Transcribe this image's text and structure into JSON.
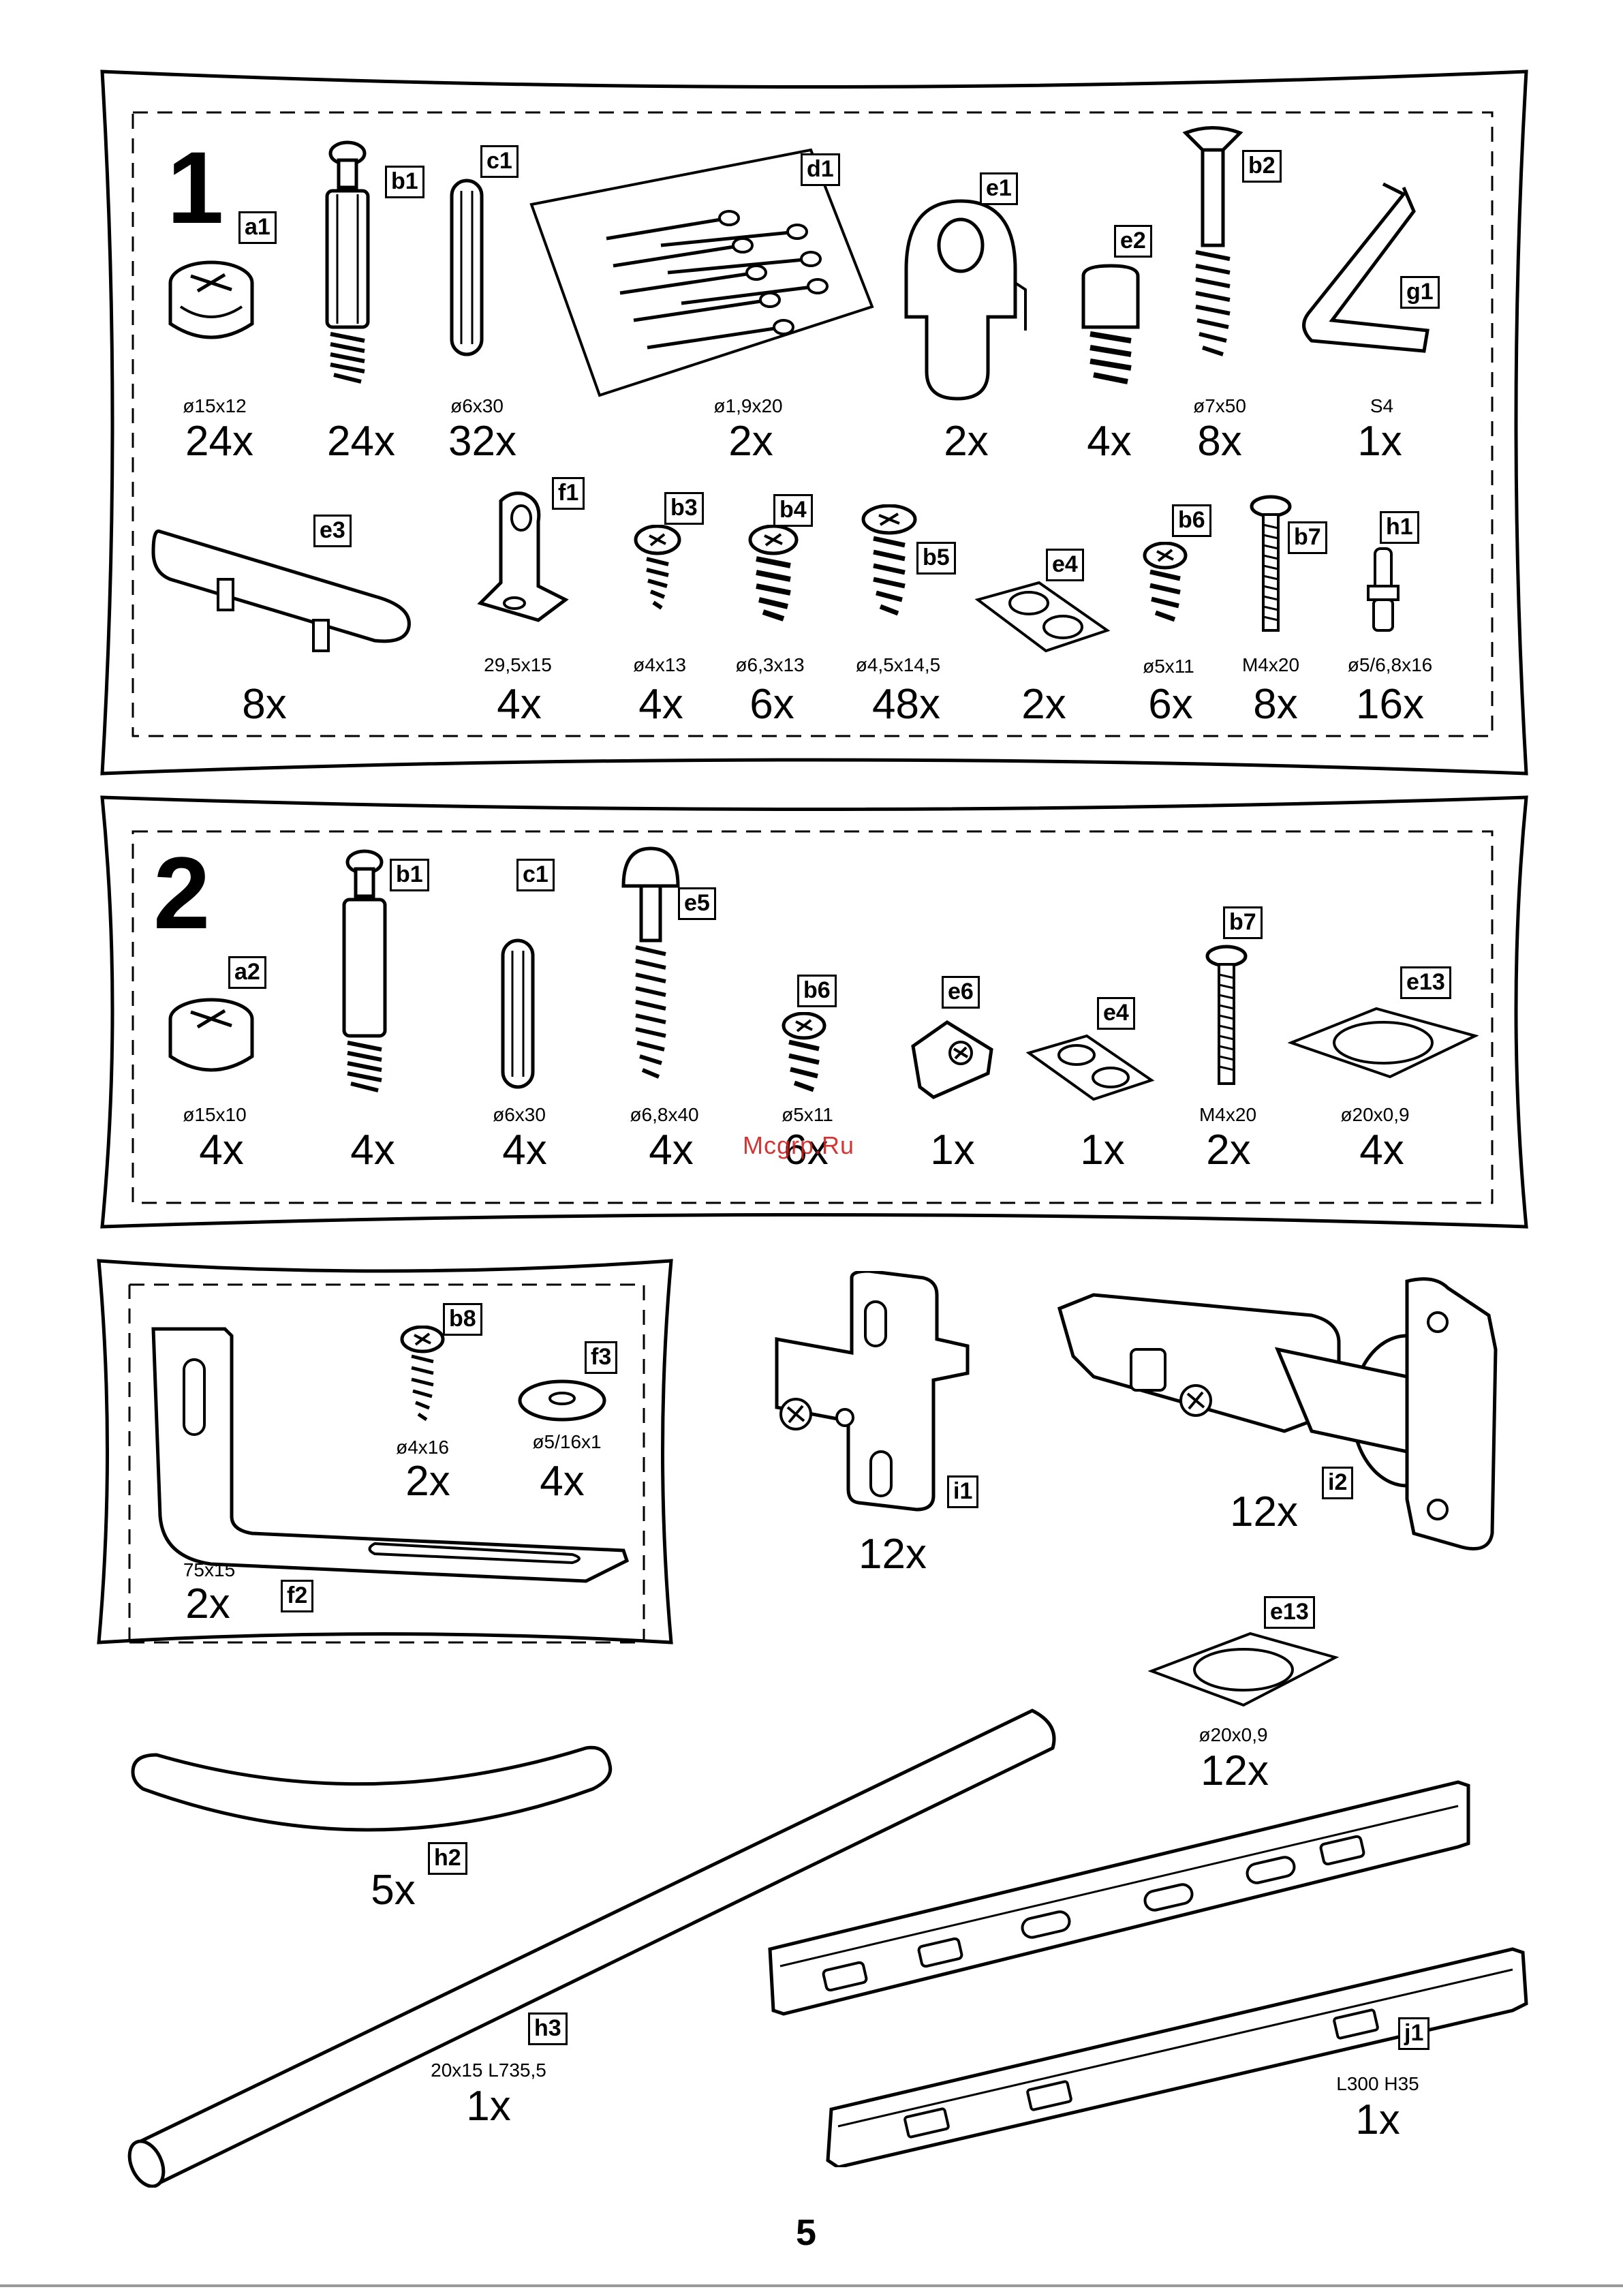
{
  "bag1": {
    "number": "1",
    "parts": [
      {
        "label": "a1",
        "spec": "ø15x12",
        "qty": "24x"
      },
      {
        "label": "b1",
        "spec": "",
        "qty": "24x"
      },
      {
        "label": "c1",
        "spec": "ø6x30",
        "qty": "32x"
      },
      {
        "label": "d1",
        "spec": "ø1,9x20",
        "qty": "2x"
      },
      {
        "label": "e1",
        "spec": "",
        "qty": "2x"
      },
      {
        "label": "e2",
        "spec": "",
        "qty": "4x"
      },
      {
        "label": "b2",
        "spec": "ø7x50",
        "qty": "8x"
      },
      {
        "label": "g1",
        "spec": "S4",
        "qty": "1x"
      },
      {
        "label": "e3",
        "spec": "",
        "qty": "8x"
      },
      {
        "label": "f1",
        "spec": "29,5x15",
        "qty": "4x"
      },
      {
        "label": "b3",
        "spec": "ø4x13",
        "qty": "4x"
      },
      {
        "label": "b4",
        "spec": "ø6,3x13",
        "qty": "6x"
      },
      {
        "label": "b5",
        "spec": "ø4,5x14,5",
        "qty": "48x"
      },
      {
        "label": "e4",
        "spec": "",
        "qty": "2x"
      },
      {
        "label": "b6",
        "spec": "ø5x11",
        "qty": "6x"
      },
      {
        "label": "b7",
        "spec": "M4x20",
        "qty": "8x"
      },
      {
        "label": "h1",
        "spec": "ø5/6,8x16",
        "qty": "16x"
      }
    ]
  },
  "bag2": {
    "number": "2",
    "parts": [
      {
        "label": "a2",
        "spec": "ø15x10",
        "qty": "4x"
      },
      {
        "label": "b1",
        "spec": "",
        "qty": "4x"
      },
      {
        "label": "c1",
        "spec": "ø6x30",
        "qty": "4x"
      },
      {
        "label": "e5",
        "spec": "ø6,8x40",
        "qty": "4x"
      },
      {
        "label": "b6",
        "spec": "ø5x11",
        "qty": "6x"
      },
      {
        "label": "e6",
        "spec": "",
        "qty": "1x"
      },
      {
        "label": "e4",
        "spec": "",
        "qty": "1x"
      },
      {
        "label": "b7",
        "spec": "M4x20",
        "qty": "2x"
      },
      {
        "label": "e13",
        "spec": "ø20x0,9",
        "qty": "4x"
      }
    ]
  },
  "bag3": {
    "parts": [
      {
        "label": "f2",
        "spec": "75x15",
        "qty": "2x"
      },
      {
        "label": "b8",
        "spec": "ø4x16",
        "qty": "2x"
      },
      {
        "label": "f3",
        "spec": "ø5/16x1",
        "qty": "4x"
      }
    ]
  },
  "loose": [
    {
      "label": "i1",
      "spec": "",
      "qty": "12x"
    },
    {
      "label": "i2",
      "spec": "",
      "qty": "12x"
    },
    {
      "label": "e13",
      "spec": "ø20x0,9",
      "qty": "12x"
    },
    {
      "label": "h2",
      "spec": "",
      "qty": "5x"
    },
    {
      "label": "h3",
      "spec": "20x15 L735,5",
      "qty": "1x"
    },
    {
      "label": "j1",
      "spec": "L300 H35",
      "qty": "1x"
    }
  ],
  "watermark": "Mcgrp.Ru",
  "page_number": "5"
}
